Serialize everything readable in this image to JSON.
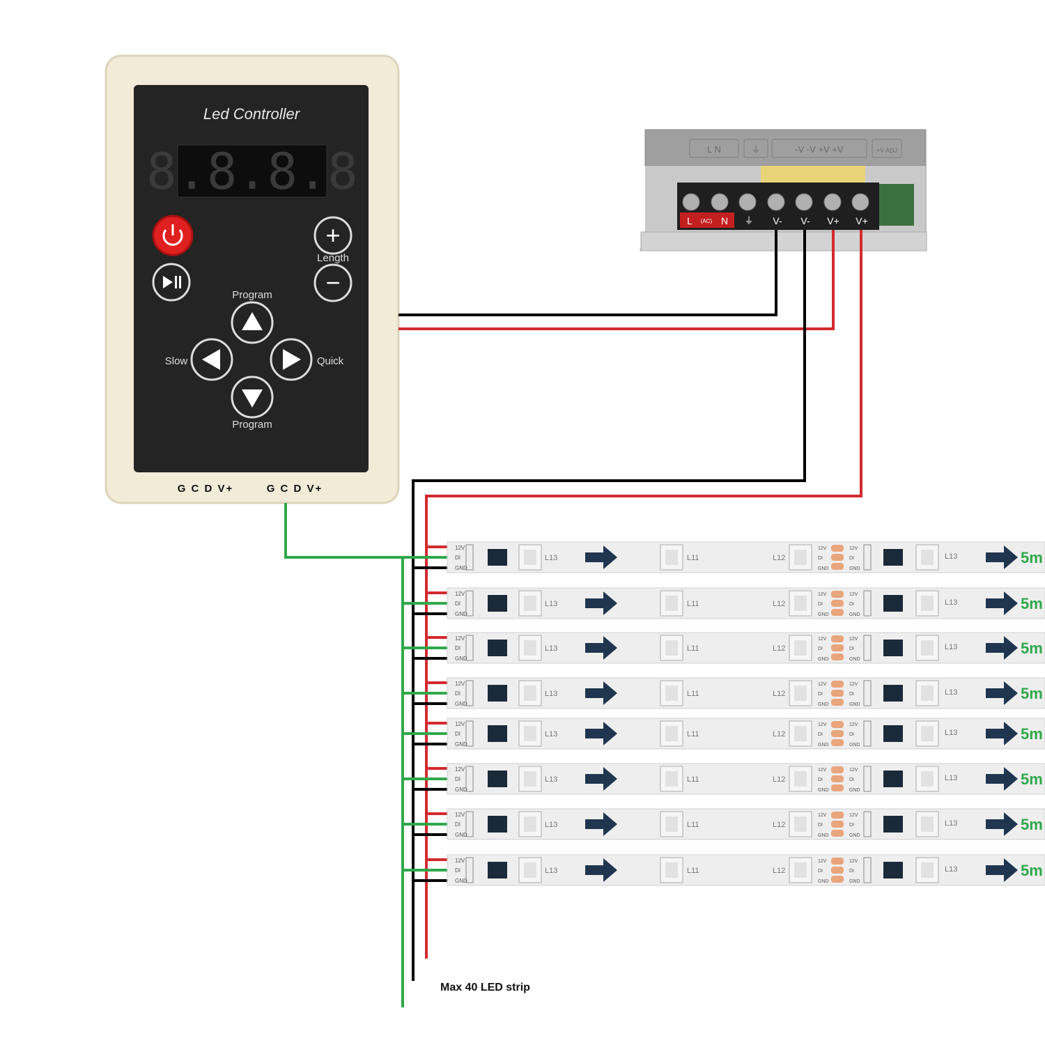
{
  "controller": {
    "title": "Led Controller",
    "display": "8.8.8.8",
    "buttons": {
      "power": "power-icon",
      "play_pause": "play-pause-icon",
      "plus": "+",
      "minus": "−",
      "up": "up-arrow-icon",
      "down": "down-arrow-icon",
      "left": "left-arrow-icon",
      "right": "right-arrow-icon"
    },
    "labels": {
      "length": "Length",
      "program_top": "Program",
      "program_bottom": "Program",
      "slow": "Slow",
      "quick": "Quick"
    },
    "ports": [
      "G C D V+",
      "G C D V+"
    ]
  },
  "power_supply": {
    "top_labels": [
      "L  N",
      "⏚",
      "-V  -V  +V  +V",
      "+V ADJ"
    ],
    "terminal_labels": [
      "L",
      "(AC)",
      "N",
      "⏚",
      "V-",
      "V-",
      "V+",
      "V+"
    ]
  },
  "strip": {
    "pad_labels": [
      "12V",
      "DI",
      "GND"
    ],
    "segment_labels": [
      "L13",
      "L11",
      "L12",
      "L13"
    ],
    "mid_pad_labels": [
      "12V",
      "DI",
      "GND"
    ],
    "length": "5m",
    "count": 8
  },
  "note": "Max 40 LED strip",
  "colors": {
    "wire_black": "#000000",
    "wire_red": "#d32a2f",
    "wire_green": "#2fa84a",
    "controller_body": "#f1ebd7",
    "controller_face": "#242424",
    "power_button": "#e02020",
    "strip": "#eeeeee",
    "arrow": "#1f3550",
    "length_text": "#2fa84a"
  }
}
